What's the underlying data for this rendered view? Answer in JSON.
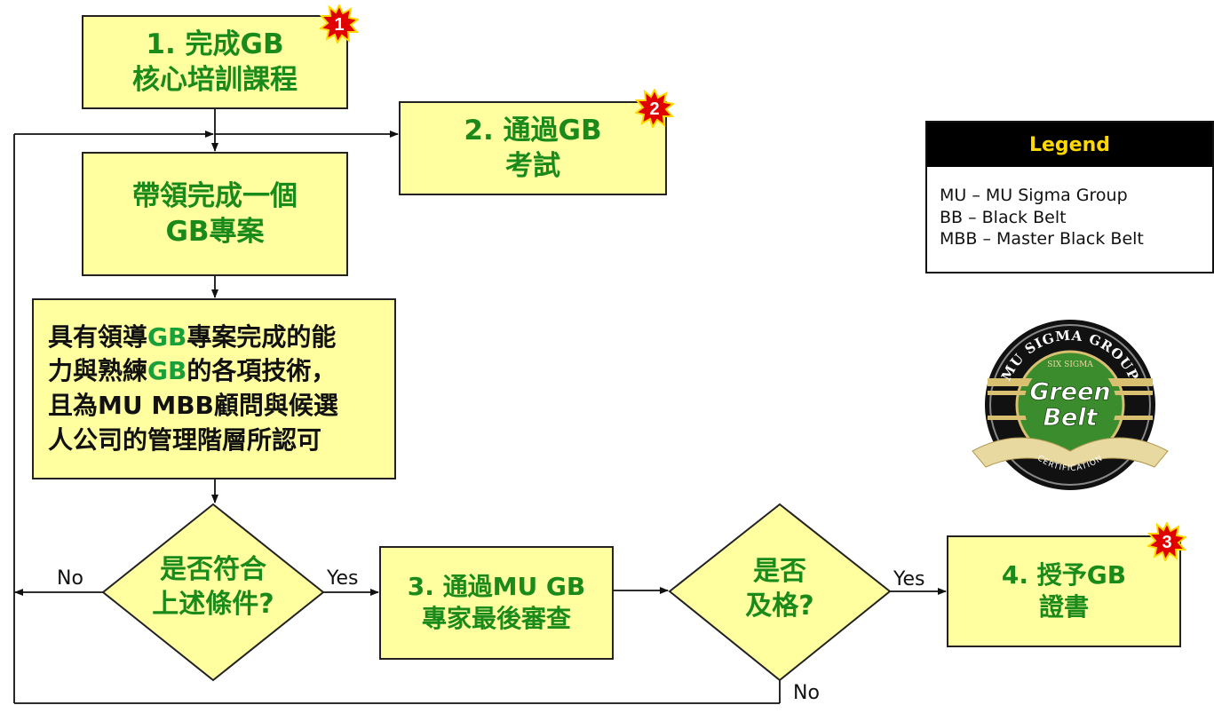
{
  "steps": {
    "s1": {
      "line1": "1. 完成GB",
      "line2": "核心培訓課程"
    },
    "s2": {
      "line1": "2. 通過GB",
      "line2": "考試"
    },
    "project": {
      "line1": "帶領完成一個",
      "line2": "GB專案"
    },
    "criteria": {
      "l1a": "具有領導",
      "l1g": "GB",
      "l1b": "專案完成的能",
      "l2a": "力與熟練",
      "l2g": "GB",
      "l2b": "的各項技術，",
      "l3": "且為MU MBB顧問與候選",
      "l4": "人公司的管理階層所認可"
    },
    "s3": {
      "line1": "3. 通過MU GB",
      "line2": "專家最後審查"
    },
    "s4": {
      "line1": "4. 授予GB",
      "line2": "證書"
    }
  },
  "decisions": {
    "d1": {
      "line1": "是否符合",
      "line2": "上述條件?"
    },
    "d2": {
      "line1": "是否",
      "line2": "及格?"
    }
  },
  "labels": {
    "no1": "No",
    "yes1": "Yes",
    "yes2": "Yes",
    "no2": "No"
  },
  "badges": {
    "b1": "1",
    "b2": "2",
    "b3": "3"
  },
  "legend": {
    "title": "Legend",
    "items": [
      "MU  – MU Sigma Group",
      "BB – Black Belt",
      "MBB – Master Black Belt"
    ]
  },
  "seal": {
    "top_text": "MU SIGMA GROUP",
    "sub": "SIX SIGMA",
    "line1": "Green",
    "line2": "Belt",
    "bottom": "CERTIFICATION"
  },
  "colors": {
    "box_fill": "#ffffa0",
    "step_text": "#1a8a1a",
    "badge": "#e00000",
    "legend_head_text": "#ffd800"
  }
}
